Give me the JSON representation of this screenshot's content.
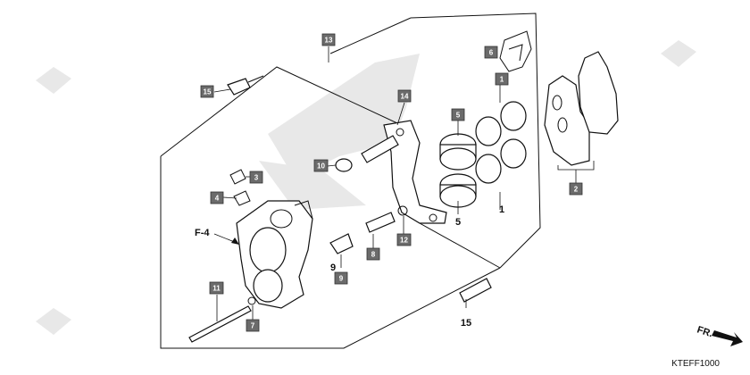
{
  "diagram": {
    "drawing_code": "KTEFF1000",
    "section_ref": "F-4",
    "direction_label": "FR.",
    "callouts_boxed": [
      "13",
      "6",
      "1",
      "15",
      "14",
      "5",
      "10",
      "3",
      "4",
      "2",
      "12",
      "8",
      "9",
      "11",
      "7"
    ],
    "callouts_plain": [
      "5",
      "1",
      "9",
      "15"
    ]
  },
  "colors": {
    "callout_fill": "#6b6b6b",
    "line": "#111111",
    "watermark": "#e0e0e0"
  }
}
